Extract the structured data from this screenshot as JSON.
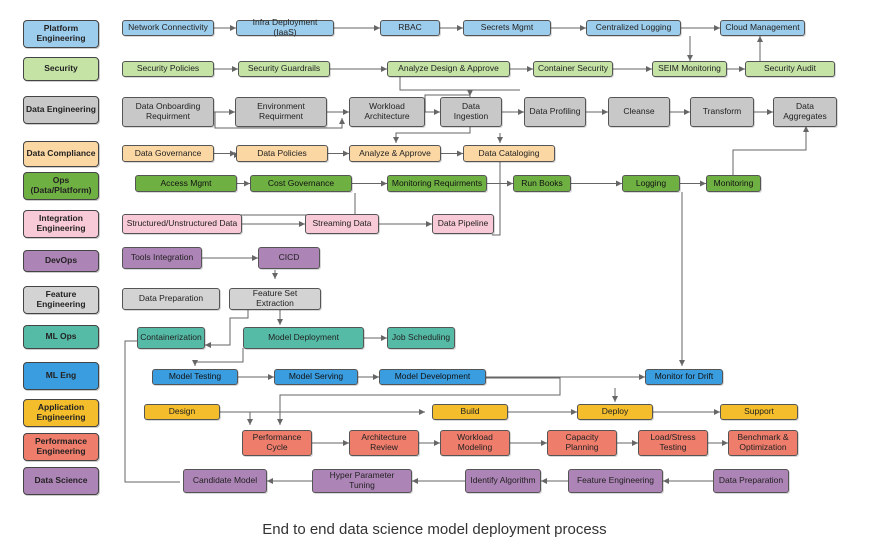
{
  "colors": {
    "platform": "#9dcdec",
    "security": "#c4e3a5",
    "data": "#c8c8c8",
    "compliance": "#fbd7a4",
    "ops": "#6fb043",
    "integration": "#f8c9d6",
    "devops": "#ad84b6",
    "feature": "#d3d3d3",
    "mlops": "#56bba6",
    "mleng": "#3a9de0",
    "app": "#f3bd2b",
    "perf": "#ee7d6c",
    "datasci": "#ad84b6",
    "edge": "#666666"
  },
  "lanes": [
    {
      "id": "platform",
      "label": "Platform Engineering",
      "color": "platform"
    },
    {
      "id": "security",
      "label": "Security",
      "color": "security"
    },
    {
      "id": "data",
      "label": "Data Engineering",
      "color": "data"
    },
    {
      "id": "compliance",
      "label": "Data Compliance",
      "color": "compliance"
    },
    {
      "id": "ops",
      "label": "Ops (Data/Platform)",
      "color": "ops"
    },
    {
      "id": "integration",
      "label": "Integration Engineering",
      "color": "integration"
    },
    {
      "id": "devops",
      "label": "DevOps",
      "color": "devops"
    },
    {
      "id": "feature",
      "label": "Feature Engineering",
      "color": "feature"
    },
    {
      "id": "mlops",
      "label": "ML Ops",
      "color": "mlops"
    },
    {
      "id": "mleng",
      "label": "ML Eng",
      "color": "mleng"
    },
    {
      "id": "app",
      "label": "Application Engineering",
      "color": "app"
    },
    {
      "id": "perf",
      "label": "Performance Engineering",
      "color": "perf"
    },
    {
      "id": "datasci",
      "label": "Data Science",
      "color": "datasci"
    }
  ],
  "nodes": [
    {
      "id": "netconn",
      "label": "Network Connectivity",
      "color": "platform"
    },
    {
      "id": "infra",
      "label": "Infra Deployment (IaaS)",
      "color": "platform"
    },
    {
      "id": "rbac",
      "label": "RBAC",
      "color": "platform"
    },
    {
      "id": "secrets",
      "label": "Secrets Mgmt",
      "color": "platform"
    },
    {
      "id": "logging_c",
      "label": "Centralized Logging",
      "color": "platform"
    },
    {
      "id": "cloudmgmt",
      "label": "Cloud Management",
      "color": "platform"
    },
    {
      "id": "secpol",
      "label": "Security Policies",
      "color": "security"
    },
    {
      "id": "secguard",
      "label": "Security Guardrails",
      "color": "security"
    },
    {
      "id": "analyze_sec",
      "label": "Analyze Design & Approve",
      "color": "security"
    },
    {
      "id": "container_sec",
      "label": "Container Security",
      "color": "security"
    },
    {
      "id": "seim",
      "label": "SEIM Monitoring",
      "color": "security"
    },
    {
      "id": "secaudit",
      "label": "Security Audit",
      "color": "security"
    },
    {
      "id": "onboard",
      "label": "Data Onboarding Requirment",
      "color": "data"
    },
    {
      "id": "envreq",
      "label": "Environment Requirment",
      "color": "data"
    },
    {
      "id": "workload",
      "label": "Workload Architecture",
      "color": "data"
    },
    {
      "id": "ingest",
      "label": "Data Ingestion",
      "color": "data"
    },
    {
      "id": "profiling",
      "label": "Data Profiling",
      "color": "data"
    },
    {
      "id": "cleanse",
      "label": "Cleanse",
      "color": "data"
    },
    {
      "id": "transform",
      "label": "Transform",
      "color": "data"
    },
    {
      "id": "aggregates",
      "label": "Data Aggregates",
      "color": "data"
    },
    {
      "id": "governance",
      "label": "Data Governance",
      "color": "compliance"
    },
    {
      "id": "policies",
      "label": "Data Policies",
      "color": "compliance"
    },
    {
      "id": "analyze_comp",
      "label": "Analyze & Approve",
      "color": "compliance"
    },
    {
      "id": "catalog",
      "label": "Data Cataloging",
      "color": "compliance"
    },
    {
      "id": "access",
      "label": "Access Mgmt",
      "color": "ops"
    },
    {
      "id": "costgov",
      "label": "Cost Governance",
      "color": "ops"
    },
    {
      "id": "monreq",
      "label": "Monitoring Requirments",
      "color": "ops"
    },
    {
      "id": "runbooks",
      "label": "Run Books",
      "color": "ops"
    },
    {
      "id": "logging_o",
      "label": "Logging",
      "color": "ops"
    },
    {
      "id": "monitoring",
      "label": "Monitoring",
      "color": "ops"
    },
    {
      "id": "structured",
      "label": "Structured/Unstructured Data",
      "color": "integration"
    },
    {
      "id": "streaming",
      "label": "Streaming Data",
      "color": "integration"
    },
    {
      "id": "pipeline",
      "label": "Data Pipeline",
      "color": "integration"
    },
    {
      "id": "tools",
      "label": "Tools Integration",
      "color": "devops"
    },
    {
      "id": "cicd",
      "label": "CICD",
      "color": "devops"
    },
    {
      "id": "dataprep_f",
      "label": "Data Preparation",
      "color": "feature"
    },
    {
      "id": "featset",
      "label": "Feature Set Extraction",
      "color": "feature"
    },
    {
      "id": "container",
      "label": "Containerization",
      "color": "mlops"
    },
    {
      "id": "modeldeploy",
      "label": "Model Deployment",
      "color": "mlops"
    },
    {
      "id": "jobsched",
      "label": "Job Scheduling",
      "color": "mlops"
    },
    {
      "id": "modeltest",
      "label": "Model Testing",
      "color": "mleng"
    },
    {
      "id": "modelserve",
      "label": "Model Serving",
      "color": "mleng"
    },
    {
      "id": "modeldev",
      "label": "Model Development",
      "color": "mleng"
    },
    {
      "id": "drift",
      "label": "Monitor for  Drift",
      "color": "mleng"
    },
    {
      "id": "design",
      "label": "Design",
      "color": "app"
    },
    {
      "id": "build",
      "label": "Build",
      "color": "app"
    },
    {
      "id": "deploy",
      "label": "Deploy",
      "color": "app"
    },
    {
      "id": "support",
      "label": "Support",
      "color": "app"
    },
    {
      "id": "perfcycle",
      "label": "Performance Cycle",
      "color": "perf"
    },
    {
      "id": "archreview",
      "label": "Architecture Review",
      "color": "perf"
    },
    {
      "id": "wlmodel",
      "label": "Workload Modeling",
      "color": "perf"
    },
    {
      "id": "capacity",
      "label": "Capacity Planning",
      "color": "perf"
    },
    {
      "id": "loadstress",
      "label": "Load/Stress Testing",
      "color": "perf"
    },
    {
      "id": "benchmark",
      "label": "Benchmark & Optimization",
      "color": "perf"
    },
    {
      "id": "candidate",
      "label": "Candidate Model",
      "color": "datasci"
    },
    {
      "id": "hyper",
      "label": "Hyper Parameter Tuning",
      "color": "datasci"
    },
    {
      "id": "identify",
      "label": "Identify Algorithm",
      "color": "datasci"
    },
    {
      "id": "feateng",
      "label": "Feature Engineering",
      "color": "datasci"
    },
    {
      "id": "dataprep_s",
      "label": "Data Preparation",
      "color": "datasci"
    }
  ],
  "edges": [
    [
      "netconn",
      "infra"
    ],
    [
      "infra",
      "rbac"
    ],
    [
      "rbac",
      "secrets"
    ],
    [
      "secrets",
      "logging_c"
    ],
    [
      "logging_c",
      "cloudmgmt"
    ],
    [
      "secpol",
      "secguard"
    ],
    [
      "secguard",
      "analyze_sec"
    ],
    [
      "analyze_sec",
      "container_sec"
    ],
    [
      "container_sec",
      "seim"
    ],
    [
      "seim",
      "secaudit"
    ],
    [
      "logging_c",
      "seim"
    ],
    [
      "secaudit",
      "cloudmgmt"
    ],
    [
      "onboard",
      "envreq"
    ],
    [
      "envreq",
      "workload"
    ],
    [
      "workload",
      "ingest"
    ],
    [
      "ingest",
      "profiling"
    ],
    [
      "profiling",
      "cleanse"
    ],
    [
      "cleanse",
      "transform"
    ],
    [
      "transform",
      "aggregates"
    ],
    [
      "governance",
      "policies"
    ],
    [
      "policies",
      "analyze_comp"
    ],
    [
      "analyze_comp",
      "catalog"
    ],
    [
      "access",
      "costgov"
    ],
    [
      "costgov",
      "monreq"
    ],
    [
      "monreq",
      "runbooks"
    ],
    [
      "runbooks",
      "logging_o"
    ],
    [
      "logging_o",
      "monitoring"
    ],
    [
      "structured",
      "streaming"
    ],
    [
      "streaming",
      "pipeline"
    ],
    [
      "tools",
      "cicd"
    ],
    [
      "modeldeploy",
      "jobsched"
    ],
    [
      "modeltest",
      "modelserve"
    ],
    [
      "modelserve",
      "modeldev"
    ],
    [
      "modeldev",
      "drift"
    ],
    [
      "build",
      "deploy"
    ],
    [
      "deploy",
      "support"
    ],
    [
      "perfcycle",
      "archreview"
    ],
    [
      "archreview",
      "wlmodel"
    ],
    [
      "wlmodel",
      "capacity"
    ],
    [
      "capacity",
      "loadstress"
    ],
    [
      "loadstress",
      "benchmark"
    ],
    [
      "dataprep_s",
      "feateng"
    ],
    [
      "feateng",
      "identify"
    ],
    [
      "identify",
      "hyper"
    ],
    [
      "hyper",
      "candidate"
    ]
  ],
  "caption": "End to end data science model deployment process"
}
